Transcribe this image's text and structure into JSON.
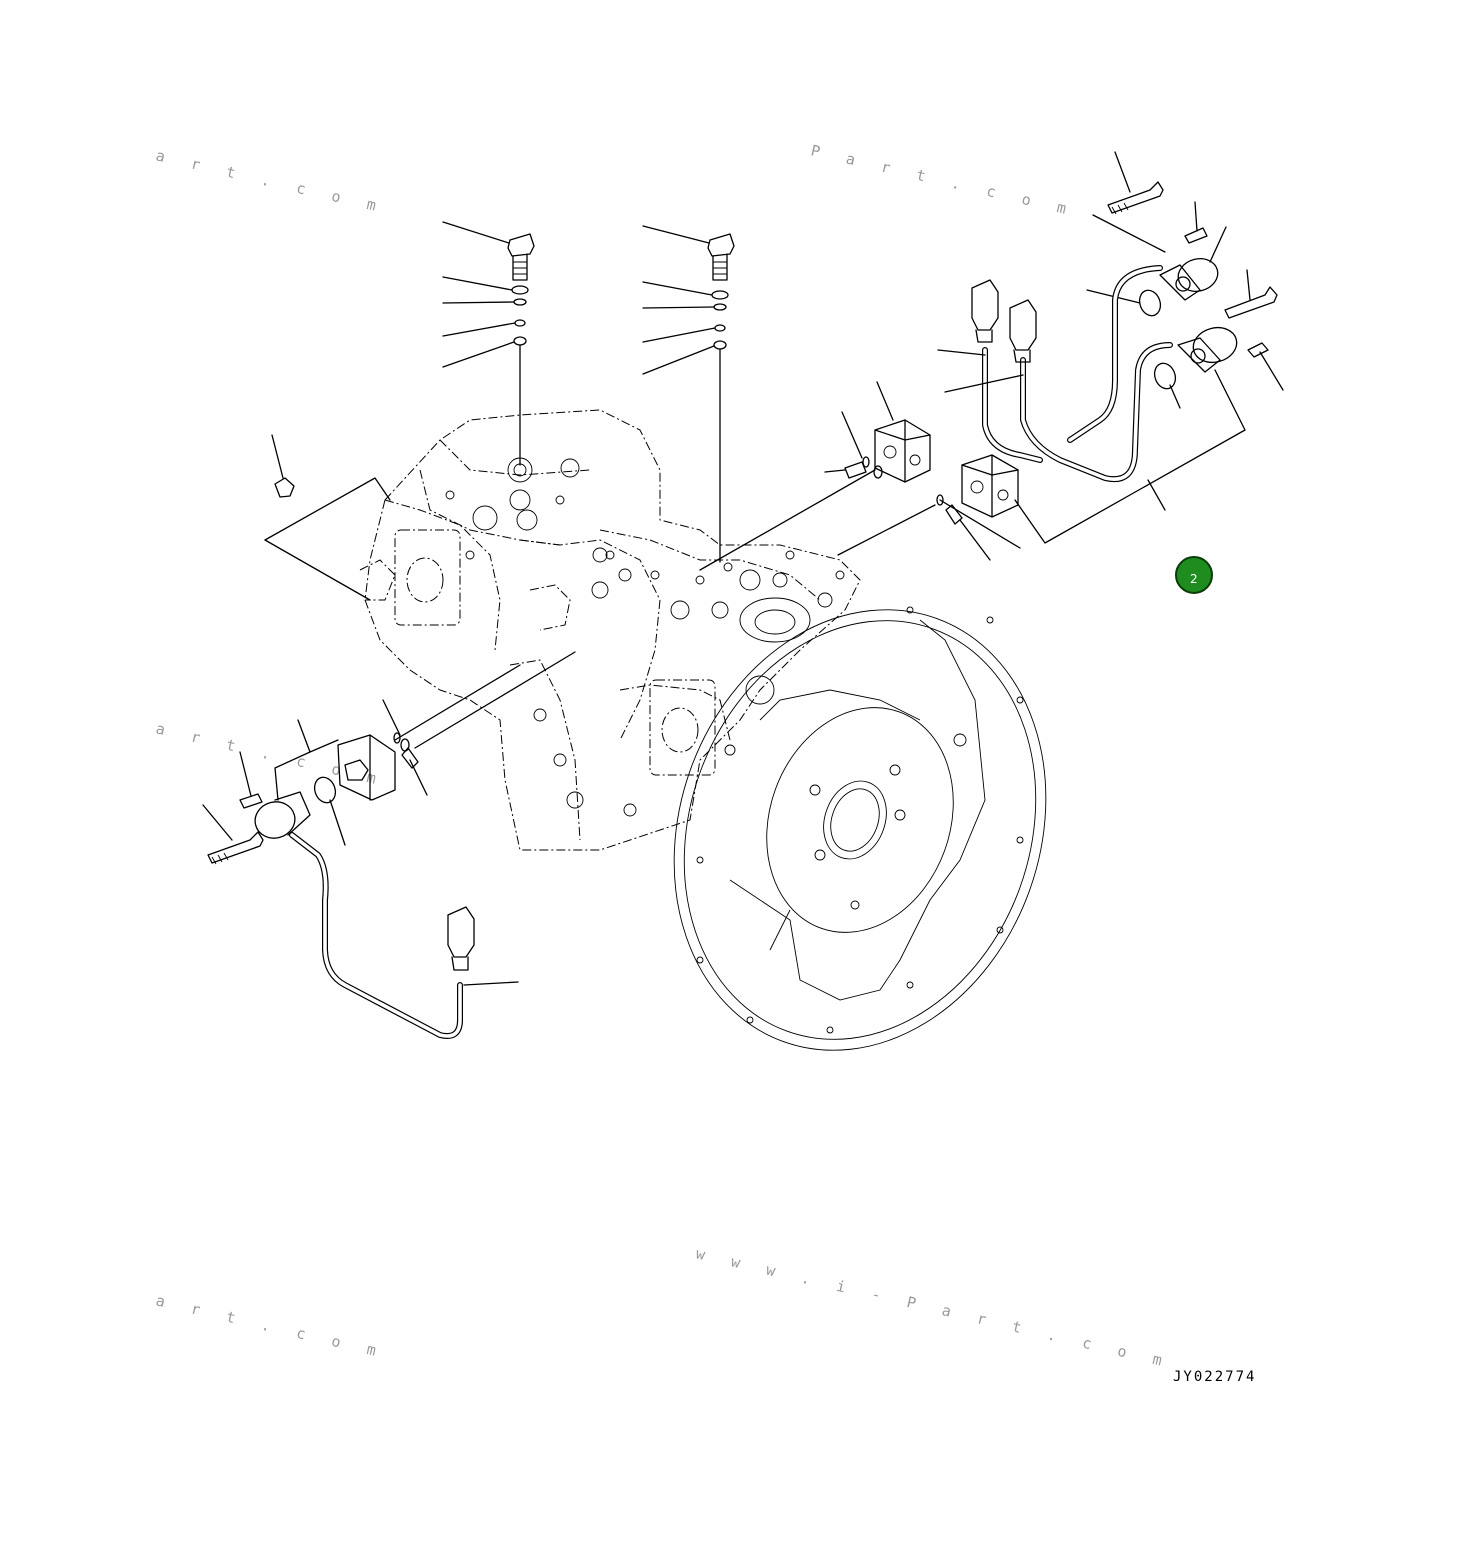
{
  "drawing_code": "JY022774",
  "callout_badge": {
    "label": "2",
    "fill": "#1e8c1e",
    "stroke": "#0b3a0b"
  },
  "watermarks": [
    "a r t . c o m",
    "P a r t . c o m",
    "a r t . c o m",
    "w w w . i - P a r t . c o m",
    "a r t . c o m"
  ],
  "colors": {
    "line": "#000000",
    "watermark": "#9a9a9a",
    "background": "#ffffff"
  }
}
